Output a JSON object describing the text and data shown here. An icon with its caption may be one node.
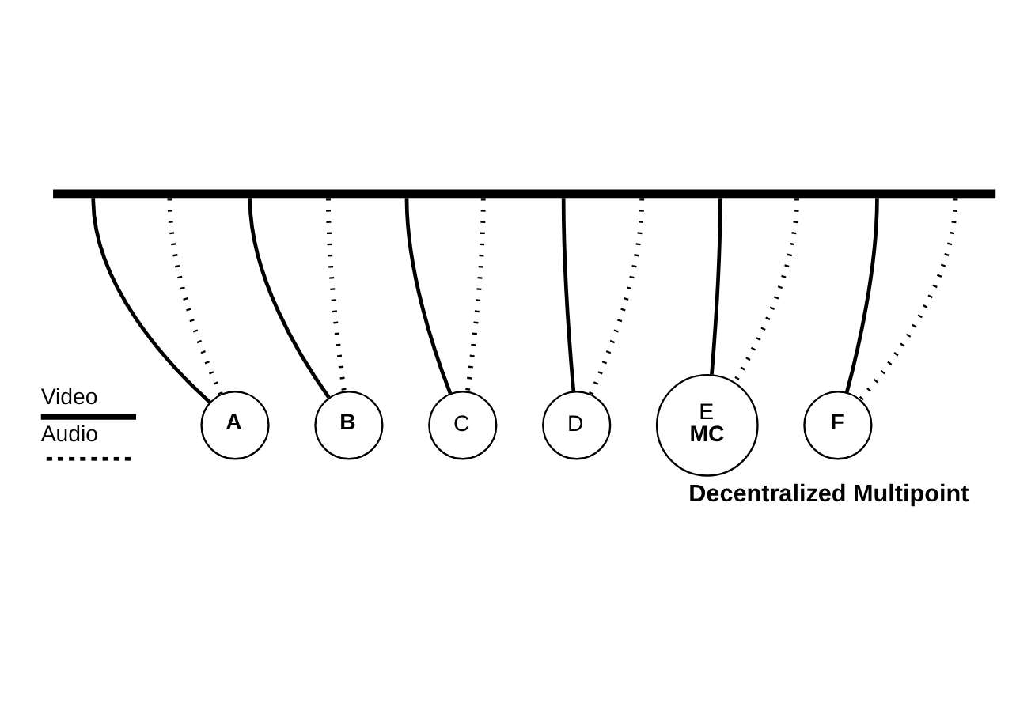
{
  "diagram": {
    "caption": "Decentralized Multipoint",
    "nodes": [
      {
        "text": [],
        "shape": "bar"
      },
      {
        "text": [
          "A"
        ]
      },
      {
        "text": [
          "B"
        ]
      },
      {
        "text": [
          "C"
        ]
      },
      {
        "text": [
          "D"
        ]
      },
      {
        "text": [
          "E",
          "MC"
        ]
      },
      {
        "text": [
          "F"
        ]
      }
    ],
    "edges": [
      {
        "from": 0,
        "to": 1,
        "arrow": "none"
      },
      {
        "from": 0,
        "to": 1,
        "arrow": "none",
        "style": "dashed"
      },
      {
        "from": 0,
        "to": 2,
        "arrow": "none"
      },
      {
        "from": 0,
        "to": 2,
        "arrow": "none",
        "style": "dashed"
      },
      {
        "from": 0,
        "to": 3,
        "arrow": "none"
      },
      {
        "from": 0,
        "to": 3,
        "arrow": "none",
        "style": "dashed"
      },
      {
        "from": 0,
        "to": 4,
        "arrow": "none"
      },
      {
        "from": 0,
        "to": 4,
        "arrow": "none",
        "style": "dashed"
      },
      {
        "from": 0,
        "to": 5,
        "arrow": "none"
      },
      {
        "from": 0,
        "to": 5,
        "arrow": "none",
        "style": "dashed"
      },
      {
        "from": 0,
        "to": 6,
        "arrow": "none"
      },
      {
        "from": 0,
        "to": 6,
        "arrow": "none",
        "style": "dashed"
      }
    ],
    "legend": [
      {
        "text": "Video"
      },
      {
        "text": "Audio"
      }
    ]
  }
}
